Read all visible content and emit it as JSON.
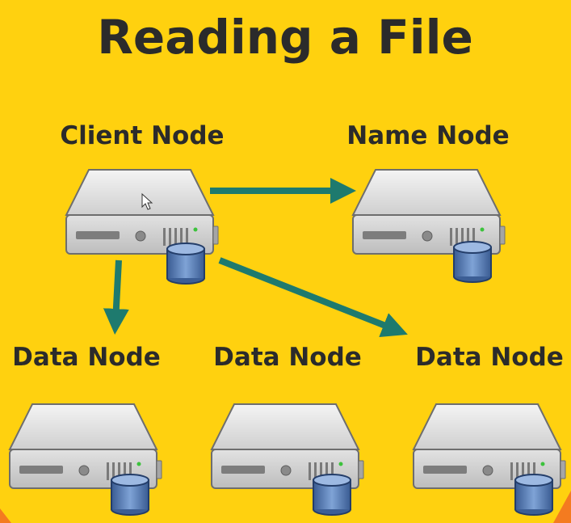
{
  "title": "Reading a File",
  "nodes": {
    "client": "Client Node",
    "name": "Name Node",
    "data1": "Data Node",
    "data2": "Data Node",
    "data3": "Data Node"
  },
  "colors": {
    "background": "#FFD10F",
    "text": "#2B2B2B",
    "arrow": "#1E7A6E",
    "server_body": "#DADADA",
    "database": "#4A6FA5",
    "accent": "#F47B20"
  },
  "icons": [
    "server-icon",
    "database-icon",
    "arrow",
    "mouse-cursor-icon"
  ]
}
